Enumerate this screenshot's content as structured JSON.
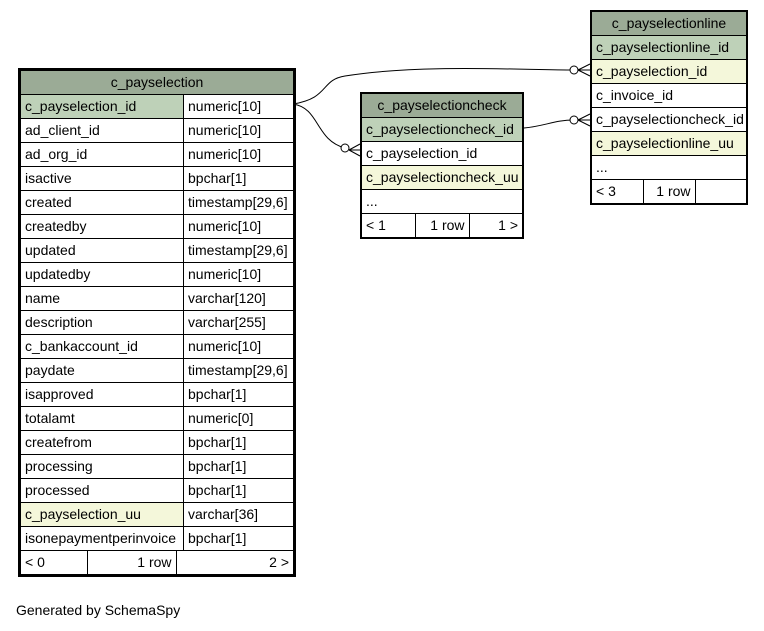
{
  "payselection": {
    "name": "c_payselection",
    "columns": [
      {
        "name": "c_payselection_id",
        "type": "numeric[10]"
      },
      {
        "name": "ad_client_id",
        "type": "numeric[10]"
      },
      {
        "name": "ad_org_id",
        "type": "numeric[10]"
      },
      {
        "name": "isactive",
        "type": "bpchar[1]"
      },
      {
        "name": "created",
        "type": "timestamp[29,6]"
      },
      {
        "name": "createdby",
        "type": "numeric[10]"
      },
      {
        "name": "updated",
        "type": "timestamp[29,6]"
      },
      {
        "name": "updatedby",
        "type": "numeric[10]"
      },
      {
        "name": "name",
        "type": "varchar[120]"
      },
      {
        "name": "description",
        "type": "varchar[255]"
      },
      {
        "name": "c_bankaccount_id",
        "type": "numeric[10]"
      },
      {
        "name": "paydate",
        "type": "timestamp[29,6]"
      },
      {
        "name": "isapproved",
        "type": "bpchar[1]"
      },
      {
        "name": "totalamt",
        "type": "numeric[0]"
      },
      {
        "name": "createfrom",
        "type": "bpchar[1]"
      },
      {
        "name": "processing",
        "type": "bpchar[1]"
      },
      {
        "name": "processed",
        "type": "bpchar[1]"
      },
      {
        "name": "c_payselection_uu",
        "type": "varchar[36]"
      },
      {
        "name": "isonepaymentperinvoice",
        "type": "bpchar[1]"
      }
    ],
    "footer": {
      "parents": "< 0",
      "rows": "1 row",
      "children": "2 >"
    }
  },
  "payselectioncheck": {
    "name": "c_payselectioncheck",
    "columns": [
      "c_payselectioncheck_id",
      "c_payselection_id",
      "c_payselectioncheck_uu",
      "..."
    ],
    "footer": {
      "parents": "< 1",
      "rows": "1 row",
      "children": "1 >"
    }
  },
  "payselectionline": {
    "name": "c_payselectionline",
    "columns": [
      "c_payselectionline_id",
      "c_payselection_id",
      "c_invoice_id",
      "c_payselectioncheck_id",
      "c_payselectionline_uu",
      "..."
    ],
    "footer": {
      "parents": "< 3",
      "rows": "1 row",
      "children": ""
    }
  },
  "generated_by": "Generated by SchemaSpy",
  "colors": {
    "header": "#9bab96",
    "primary_key": "#bed1b8",
    "unique": "#f4f7da"
  }
}
